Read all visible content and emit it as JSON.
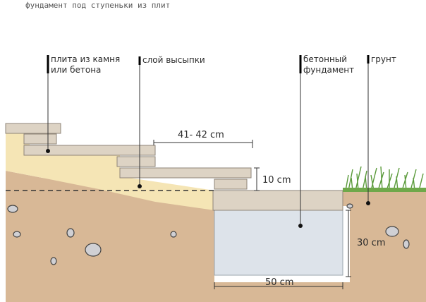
{
  "title": "фундамент под ступеньки из плит",
  "labels": {
    "slab_line1": "плита из камня",
    "slab_line2": "или бетона",
    "fill_layer": "слой высыпки",
    "concrete_line1": "бетонный",
    "concrete_line2": "фундамент",
    "ground": "грунт"
  },
  "dimensions": {
    "step_depth": "41- 42 cm",
    "step_height": "10 cm",
    "foundation_width": "50 cm",
    "foundation_depth": "30 cm"
  },
  "colors": {
    "soil": "#d8b896",
    "sand": "#f5e5b5",
    "stone": "#ddd3c4",
    "concrete": "#dde3ea",
    "grass": "#5a9a3a",
    "pebble": "#d0d0d4"
  }
}
